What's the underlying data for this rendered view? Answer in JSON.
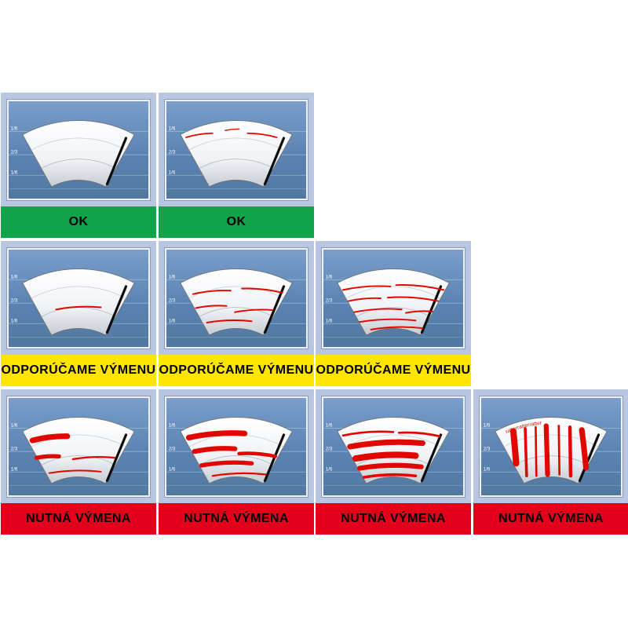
{
  "panel": {
    "zone_labels": [
      "1/6",
      "2/3",
      "1/6"
    ],
    "colors": {
      "cell_bg": "#b9c6e2",
      "panel_top": "#7b9ecb",
      "panel_mid": "#5b83b2",
      "panel_bottom": "#52789f",
      "grid_line": "#9fb9da",
      "glass_top": "#ffffff",
      "glass_mid": "#f0f2f5",
      "glass_bottom": "#c6ccd3",
      "glass_edge": "#6b7277",
      "blade": "#0d0d0d",
      "streak": "#e10600"
    }
  },
  "rows": [
    {
      "status_label": "OK",
      "status_color": "#10a34a",
      "status_text_color": "#000000",
      "cells": [
        {
          "streaks": []
        },
        {
          "streaks": [
            [
              28,
              52,
              66,
              46,
              2
            ],
            [
              116,
              46,
              158,
              52,
              2
            ],
            [
              84,
              42,
              104,
              40,
              1.5
            ]
          ]
        }
      ]
    },
    {
      "status_label": "ODPORÚČAME VÝMENU",
      "status_color": "#ffe500",
      "status_text_color": "#000000",
      "cells": [
        {
          "streaks": [
            [
              68,
              86,
              132,
              83,
              2.2
            ]
          ]
        },
        {
          "streaks": [
            [
              38,
              64,
              92,
              59,
              2.2
            ],
            [
              108,
              56,
              166,
              62,
              2.2
            ],
            [
              42,
              84,
              86,
              81,
              2.2
            ],
            [
              98,
              90,
              152,
              87,
              2.2
            ],
            [
              58,
              105,
              122,
              103,
              2.2
            ]
          ]
        },
        {
          "streaks": [
            [
              28,
              58,
              96,
              53,
              2.2
            ],
            [
              104,
              51,
              172,
              58,
              2.2
            ],
            [
              36,
              74,
              82,
              70,
              2.2
            ],
            [
              92,
              69,
              164,
              74,
              2.2
            ],
            [
              44,
              90,
              112,
              86,
              2.2
            ],
            [
              118,
              91,
              156,
              89,
              2.2
            ],
            [
              52,
              104,
              132,
              102,
              2.2
            ],
            [
              68,
              115,
              142,
              113,
              2.2
            ]
          ]
        }
      ]
    },
    {
      "status_label": "NUTNÁ VÝMENA",
      "status_color": "#e2001a",
      "status_text_color": "#000000",
      "cells": [
        {
          "streaks": [
            [
              34,
              61,
              84,
              55,
              8
            ],
            [
              40,
              86,
              72,
              84,
              6
            ],
            [
              92,
              88,
              152,
              86,
              2.6
            ],
            [
              58,
              108,
              132,
              106,
              2.2
            ]
          ]
        },
        {
          "streaks": [
            [
              32,
              57,
              112,
              51,
              8
            ],
            [
              40,
              77,
              98,
              73,
              7
            ],
            [
              104,
              80,
              156,
              84,
              5
            ],
            [
              50,
              97,
              122,
              94,
              6
            ],
            [
              66,
              112,
              142,
              110,
              2.6
            ]
          ]
        },
        {
          "streaks": [
            [
              28,
              54,
              100,
              49,
              3
            ],
            [
              108,
              50,
              166,
              55,
              3
            ],
            [
              38,
              70,
              142,
              65,
              8
            ],
            [
              46,
              87,
              132,
              83,
              9
            ],
            [
              52,
              101,
              140,
              99,
              7
            ],
            [
              58,
              114,
              132,
              112,
              4
            ]
          ]
        },
        {
          "streaks": [
            [
              46,
              48,
              50,
              94,
              9
            ],
            [
              63,
              44,
              65,
              112,
              4
            ],
            [
              78,
              42,
              79,
              112,
              3
            ],
            [
              93,
              40,
              95,
              110,
              7
            ],
            [
              111,
              40,
              112,
              110,
              3
            ],
            [
              127,
              42,
              128,
              112,
              5
            ],
            [
              144,
              46,
              150,
              100,
              8
            ]
          ],
          "caption": "ratterratterratter"
        }
      ]
    }
  ]
}
